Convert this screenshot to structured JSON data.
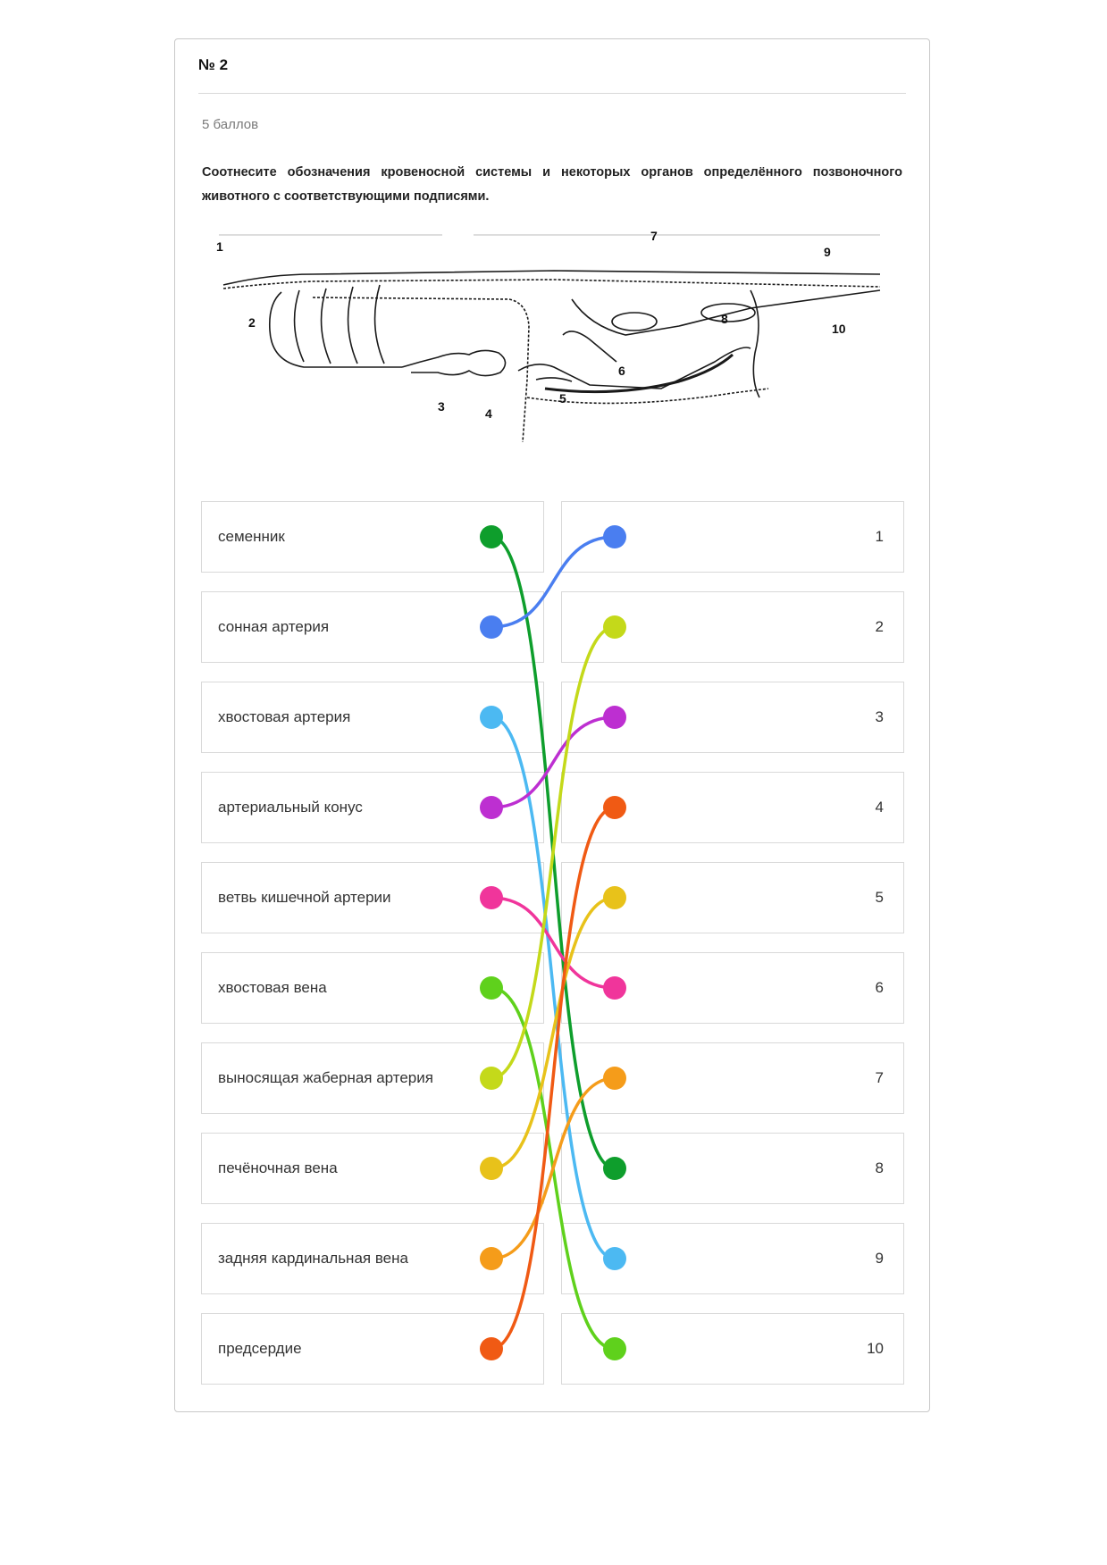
{
  "question": {
    "number": "№ 2",
    "points": "5 баллов",
    "text": "Соотнесите обозначения кровеносной системы и некоторых органов определённого позвоночного животного с соответствующими подписями."
  },
  "diagram": {
    "labels": [
      "1",
      "2",
      "3",
      "4",
      "5",
      "6",
      "7",
      "8",
      "9",
      "10"
    ]
  },
  "left_items": [
    {
      "label": "семенник",
      "color": "#0e9e2c",
      "match": 8
    },
    {
      "label": "сонная артерия",
      "color": "#4a7ef0",
      "match": 1
    },
    {
      "label": "хвостовая артерия",
      "color": "#4cb9f2",
      "match": 9
    },
    {
      "label": "артериальный конус",
      "color": "#bd2fd1",
      "match": 3
    },
    {
      "label": "ветвь кишечной артерии",
      "color": "#f0359b",
      "match": 6
    },
    {
      "label": "хвостовая вена",
      "color": "#5fd11c",
      "match": 10
    },
    {
      "label": "выносящая жаберная артерия",
      "color": "#c4d91a",
      "match": 2
    },
    {
      "label": "печёночная вена",
      "color": "#e8c21a",
      "match": 5
    },
    {
      "label": "задняя кардинальная вена",
      "color": "#f59c1a",
      "match": 7
    },
    {
      "label": "предсердие",
      "color": "#f05a14",
      "match": 4
    }
  ],
  "right_items": [
    {
      "label": "1"
    },
    {
      "label": "2"
    },
    {
      "label": "3"
    },
    {
      "label": "4"
    },
    {
      "label": "5"
    },
    {
      "label": "6"
    },
    {
      "label": "7"
    },
    {
      "label": "8"
    },
    {
      "label": "9"
    },
    {
      "label": "10"
    }
  ]
}
